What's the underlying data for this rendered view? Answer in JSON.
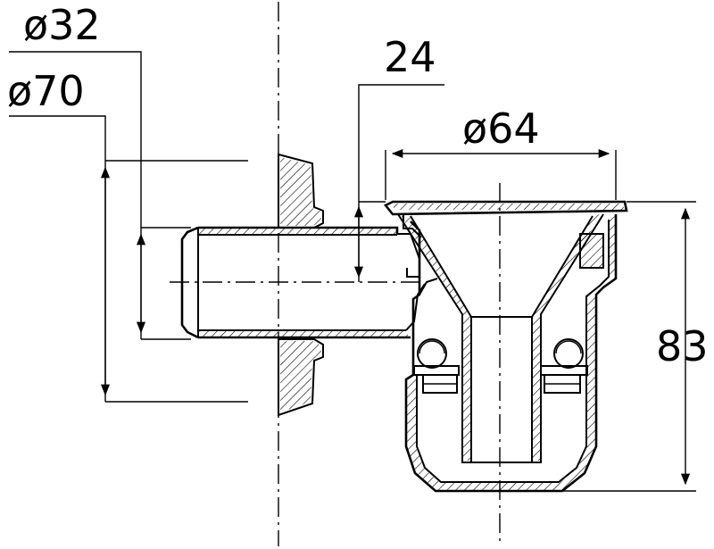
{
  "dimensions": {
    "pipe_diameter": "ø32",
    "flange_diameter": "ø70",
    "offset": "24",
    "funnel_diameter": "ø64",
    "height": "83"
  },
  "colors": {
    "line": "#000000",
    "background": "#ffffff"
  }
}
